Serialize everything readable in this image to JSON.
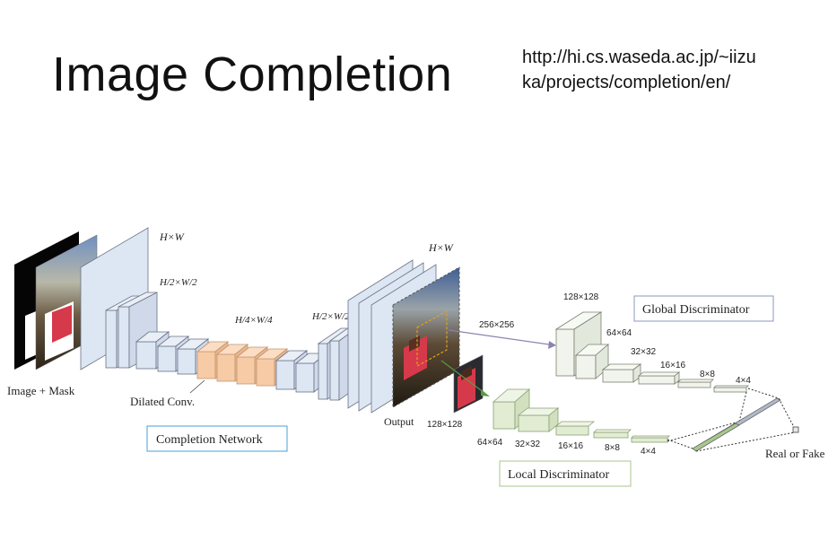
{
  "slide": {
    "title": "Image Completion",
    "url_line1": "http://hi.cs.waseda.ac.jp/~iizu",
    "url_line2": "ka/projects/completion/en/"
  },
  "diagram": {
    "input_label": "Image + Mask",
    "dilated_label": "Dilated Conv.",
    "completion_network_label": "Completion Network",
    "output_label": "Output",
    "global_discriminator_label": "Global Discriminator",
    "local_discriminator_label": "Local Discriminator",
    "real_or_fake_label": "Real or Fake",
    "dims": {
      "hw_left": "H×W",
      "half_left": "H/2×W/2",
      "quarter": "H/4×W/4",
      "half_right": "H/2×W/2",
      "hw_right": "H×W",
      "global_input": "256×256",
      "local_input": "128×128"
    },
    "global_sizes": [
      "128×128",
      "64×64",
      "32×32",
      "16×16",
      "8×8",
      "4×4"
    ],
    "local_sizes": [
      "64×64",
      "32×32",
      "16×16",
      "8×8",
      "4×4"
    ],
    "colors": {
      "encoder": "#dde6f3",
      "dilated": "#f7cba6",
      "global_disc": "#f1f4ec",
      "local_disc": "#e2ecd3",
      "global_box_border": "#8a98b8",
      "completion_box_border": "#4a9fd8",
      "local_box_border": "#a9c48c"
    }
  }
}
